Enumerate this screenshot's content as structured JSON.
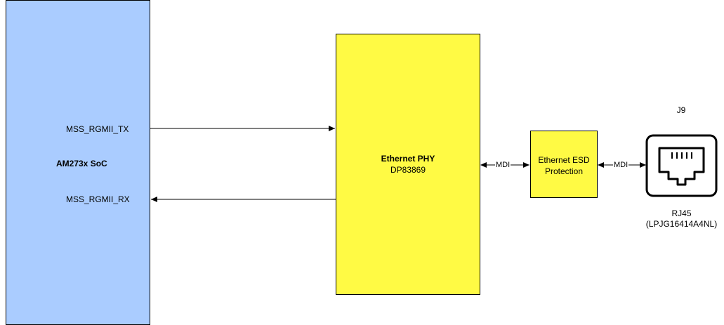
{
  "soc": {
    "name": "AM273x SoC",
    "tx_signal": "MSS_RGMII_TX",
    "rx_signal": "MSS_RGMII_RX"
  },
  "phy": {
    "title": "Ethernet PHY",
    "part": "DP83869"
  },
  "esd": {
    "line1": "Ethernet ESD",
    "line2": "Protection"
  },
  "links": {
    "mdi_left": "MDI",
    "mdi_right": "MDI"
  },
  "connector": {
    "designator": "J9",
    "name": "RJ45",
    "part": "(LPJG16414A4NL)",
    "icon": "rj45-jack-icon"
  },
  "colors": {
    "soc_fill": "#aaccff",
    "yellow_fill": "#fffa44",
    "line": "#000000"
  }
}
